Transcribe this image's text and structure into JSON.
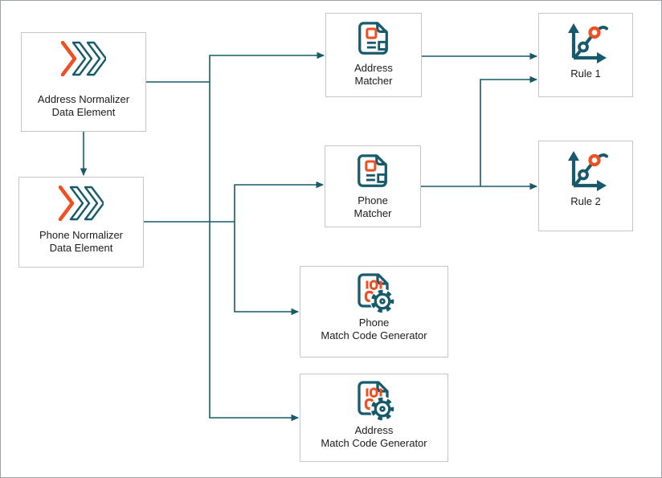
{
  "diagram": {
    "colors": {
      "teal": "#175A6B",
      "orange": "#F04E23",
      "node_border": "#C3C7C9",
      "canvas_border": "#9EA3A5",
      "text": "#1B1B1B"
    },
    "nodes": {
      "address_normalizer": {
        "label_line1": "Address Normalizer",
        "label_line2": "Data Element",
        "icon": "data-element-icon"
      },
      "phone_normalizer": {
        "label_line1": "Phone Normalizer",
        "label_line2": "Data Element",
        "icon": "data-element-icon"
      },
      "address_matcher": {
        "label_line1": "Address",
        "label_line2": "Matcher",
        "icon": "matcher-icon"
      },
      "phone_matcher": {
        "label_line1": "Phone",
        "label_line2": "Matcher",
        "icon": "matcher-icon"
      },
      "phone_match_code_generator": {
        "label_line1": "Phone",
        "label_line2": "Match Code Generator",
        "icon": "match-code-generator-icon"
      },
      "address_match_code_generator": {
        "label_line1": "Address",
        "label_line2": "Match Code Generator",
        "icon": "match-code-generator-icon"
      },
      "rule_1": {
        "label": "Rule 1",
        "icon": "rule-icon"
      },
      "rule_2": {
        "label": "Rule 2",
        "icon": "rule-icon"
      }
    },
    "connections": [
      {
        "from": "address_normalizer",
        "to": "phone_normalizer"
      },
      {
        "from": "address_normalizer",
        "to": "address_matcher"
      },
      {
        "from": "address_normalizer",
        "to": "address_match_code_generator"
      },
      {
        "from": "phone_normalizer",
        "to": "phone_matcher"
      },
      {
        "from": "phone_normalizer",
        "to": "phone_match_code_generator"
      },
      {
        "from": "address_matcher",
        "to": "rule_1"
      },
      {
        "from": "phone_matcher",
        "to": "rule_1"
      },
      {
        "from": "phone_matcher",
        "to": "rule_2"
      }
    ]
  }
}
